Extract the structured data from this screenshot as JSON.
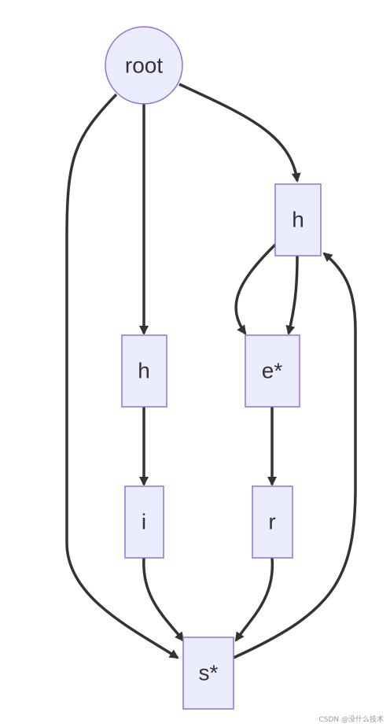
{
  "nodes": {
    "root": "root",
    "h_right": "h",
    "h_left": "h",
    "e": "e*",
    "i": "i",
    "r": "r",
    "s": "s*"
  },
  "watermark": "CSDN @没什么技术",
  "colors": {
    "node_fill": "#ECECFF",
    "node_stroke": "#9370DB",
    "edge": "#333333",
    "text": "#333333"
  }
}
